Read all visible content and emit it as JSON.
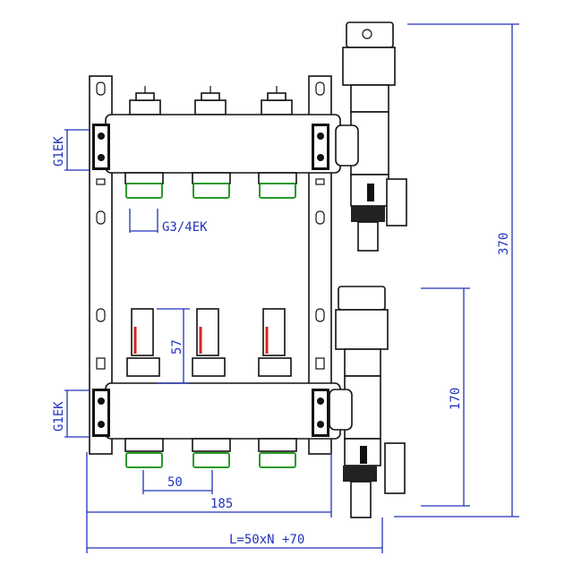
{
  "title": "Manifold dimension drawing",
  "dimensions": {
    "supply_thread": "G1EK",
    "return_thread": "G1EK",
    "outlet_thread": "G3/4EK",
    "flowmeter_height": "57",
    "outlet_spacing": "50",
    "bracket_width": "185",
    "total_length": "L=50xN +70",
    "total_height": "370",
    "return_height": "170"
  },
  "colors": {
    "dimension": "#2233bb",
    "outlet_rim": "#2a9a2a",
    "flowmeter_scale": "#e02020"
  }
}
